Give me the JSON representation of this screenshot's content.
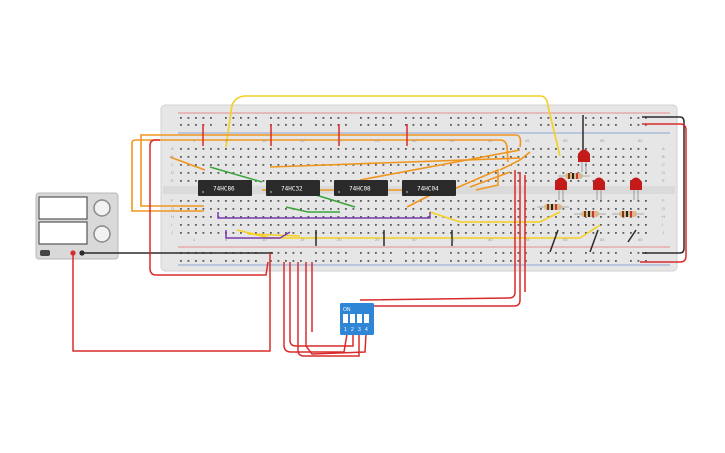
{
  "circuit": {
    "chips": [
      {
        "id": "u1",
        "label": "74HC86"
      },
      {
        "id": "u2",
        "label": "74HC32"
      },
      {
        "id": "u3",
        "label": "74HC08"
      },
      {
        "id": "u4",
        "label": "74HC04"
      }
    ],
    "dip_switch": {
      "on_label": "ON",
      "positions": [
        "1",
        "2",
        "3",
        "4"
      ]
    },
    "breadboard_column_labels": [
      "1",
      "5",
      "10",
      "15",
      "20",
      "25",
      "30",
      "35",
      "40",
      "45",
      "50",
      "55",
      "60"
    ],
    "breadboard_row_labels_top": [
      "A",
      "B",
      "C",
      "D",
      "E"
    ],
    "breadboard_row_labels_bottom": [
      "F",
      "G",
      "H",
      "I",
      "J"
    ],
    "led_count": 4,
    "resistor_count": 4
  },
  "colors": {
    "breadboard": "#e6e6e6",
    "wire_red": "#d92b2b",
    "wire_black": "#2b2b2b",
    "wire_orange": "#f0961e",
    "wire_yellow": "#f4d020",
    "wire_green": "#3aa33a",
    "wire_purple": "#7a3ab0",
    "chip": "#2a2a2a",
    "dip_switch": "#2f86d6",
    "led": "#c41a1a"
  }
}
